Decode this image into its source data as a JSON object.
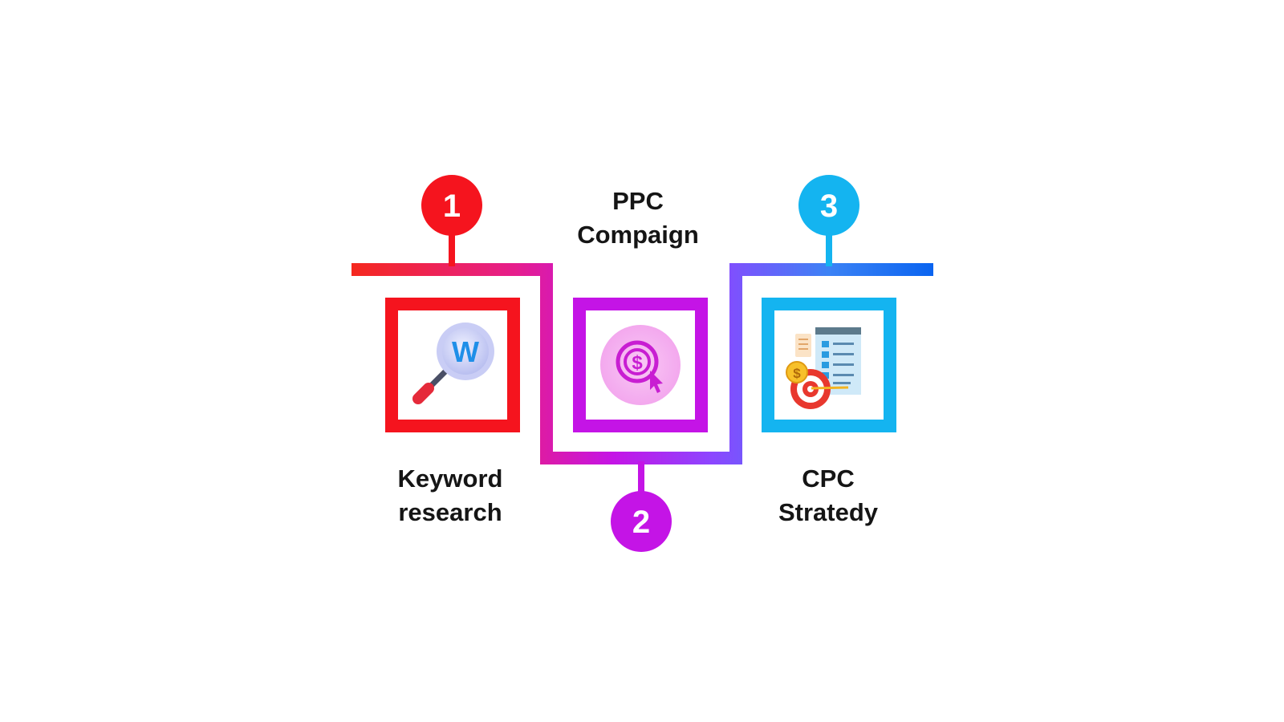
{
  "steps": [
    {
      "number": "1",
      "label_lines": [
        "Keyword",
        "research"
      ],
      "color": "#f5141e",
      "icon": "keyword-search-icon"
    },
    {
      "number": "2",
      "label_lines": [
        "PPC",
        "Compaign"
      ],
      "color": "#c414e6",
      "icon": "dollar-click-icon"
    },
    {
      "number": "3",
      "label_lines": [
        "CPC",
        "Stratedy"
      ],
      "color": "#14b4f0",
      "icon": "cpc-strategy-icon"
    }
  ],
  "line_gradient": [
    "#f5281e",
    "#e61e8c",
    "#c414e6",
    "#8c46ff",
    "#3c82f5",
    "#0a64f0"
  ]
}
